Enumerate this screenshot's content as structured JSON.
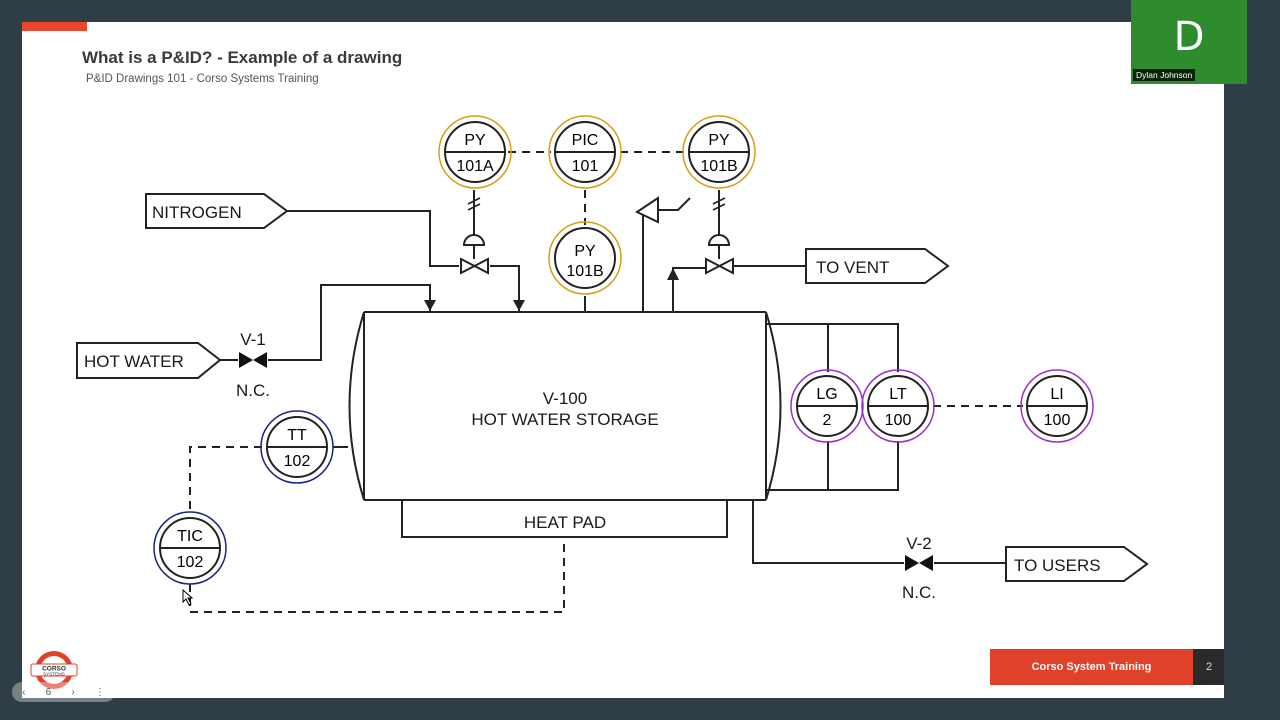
{
  "slide": {
    "title": "What is a P&ID? - Example of a drawing",
    "subtitle": "P&ID Drawings 101 - Corso Systems Training",
    "footer": "Corso System Training",
    "page_number": "2",
    "logo_text": [
      "CORSO",
      "SYSTEMS"
    ]
  },
  "video": {
    "avatar_letter": "D",
    "participant_name": "Dylan Johnson",
    "tile_color": "#2e8b2e"
  },
  "nav": {
    "prev": "‹",
    "page": "6",
    "next": "›",
    "more": "⋮"
  },
  "diagram": {
    "sources": {
      "nitrogen": "NITROGEN",
      "hot_water": "HOT WATER",
      "to_vent": "TO VENT",
      "to_users": "TO USERS"
    },
    "valves": {
      "v1": {
        "tag": "V-1",
        "state": "N.C."
      },
      "v2": {
        "tag": "V-2",
        "state": "N.C."
      }
    },
    "vessel": {
      "tag": "V-100",
      "name": "HOT WATER STORAGE",
      "heat_pad": "HEAT PAD"
    },
    "instruments": {
      "py101a": {
        "top": "PY",
        "bottom": "101A",
        "color": "#d4a017"
      },
      "pic101": {
        "top": "PIC",
        "bottom": "101",
        "color": "#d4a017"
      },
      "py101b_top": {
        "top": "PY",
        "bottom": "101B",
        "color": "#d4a017"
      },
      "py101b": {
        "top": "PY",
        "bottom": "101B",
        "color": "#d4a017"
      },
      "lg2": {
        "top": "LG",
        "bottom": "2",
        "color": "#9b30c8"
      },
      "lt100": {
        "top": "LT",
        "bottom": "100",
        "color": "#9b30c8"
      },
      "li100": {
        "top": "LI",
        "bottom": "100",
        "color": "#9b30c8"
      },
      "tt102": {
        "top": "TT",
        "bottom": "102",
        "color": "#1a237e"
      },
      "tic102": {
        "top": "TIC",
        "bottom": "102",
        "color": "#1a237e"
      }
    }
  },
  "colors": {
    "accent": "#e8472c",
    "footer": "#e0412a",
    "background": "#2f3e46"
  }
}
